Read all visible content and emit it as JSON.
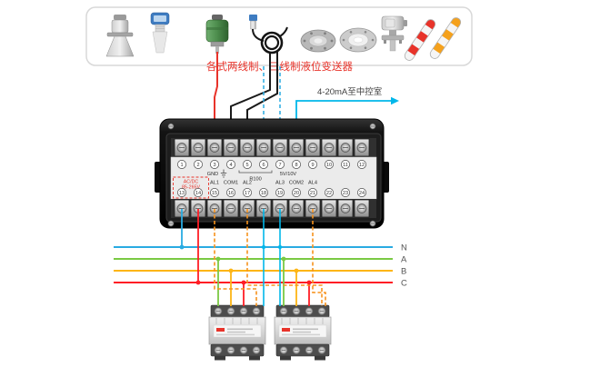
{
  "diagram": {
    "sensors_caption": "各式两线制、三线制液位变送器",
    "output_label": "4-20mA至中控室"
  },
  "controller": {
    "labels": {
      "gnd": "GND",
      "r100": "R100",
      "voltage": "5V/10V",
      "power_type": "AC/DC",
      "power_range": "85-265V",
      "al1": "AL1",
      "com1": "COM1",
      "al2": "AL2",
      "al3": "AL3",
      "com2": "COM2",
      "al4": "AL4"
    },
    "top_terminals": [
      "1",
      "2",
      "3",
      "4",
      "5",
      "6",
      "7",
      "8",
      "9",
      "10",
      "11",
      "12"
    ],
    "bottom_terminals": [
      "13",
      "14",
      "15",
      "16",
      "17",
      "18",
      "19",
      "20",
      "21",
      "22",
      "23",
      "24"
    ]
  },
  "power_rails": [
    {
      "label": "N",
      "color": "#29abe2"
    },
    {
      "label": "A",
      "color": "#7ac943"
    },
    {
      "label": "B",
      "color": "#fdb515"
    },
    {
      "label": "C",
      "color": "#ff1d25"
    }
  ],
  "wire_colors": {
    "signal_red": "#e8332a",
    "signal_black": "#1a1a1a",
    "signal_cyan": "#00b7ea",
    "coil_orange": "#f7931e"
  },
  "sensors": [
    "radar-level-transmitter",
    "ultrasonic-level-transmitter",
    "capacitance-level-transmitter",
    "transmitter-cable",
    "flange",
    "flange-transmitter",
    "pressure-transmitter",
    "magnetic-level-gauge"
  ]
}
